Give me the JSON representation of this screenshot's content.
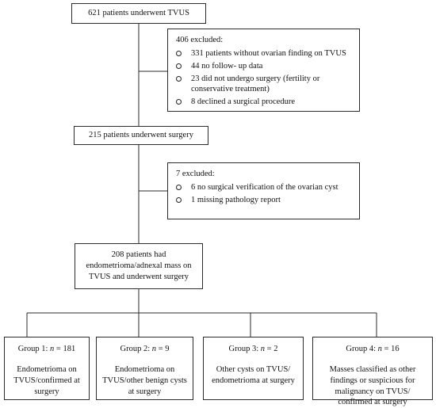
{
  "flow": {
    "tvus": "621 patients underwent TVUS",
    "exclusion1": {
      "title": "406 excluded:",
      "items": [
        "331 patients without ovarian finding on TVUS",
        "44 no follow- up data",
        "23 did not undergo surgery (fertility or conservative treatment)",
        "8 declined a surgical procedure"
      ]
    },
    "surgery": "215 patients underwent surgery",
    "exclusion2": {
      "title": "7 excluded:",
      "items": [
        "6 no surgical verification of the ovarian cyst",
        "1 missing pathology report"
      ]
    },
    "combined": "208 patients had endometrioma/adnexal mass on TVUS and underwent surgery",
    "groups": [
      {
        "label": "Group 1:",
        "n_symbol": "n",
        "n_value": "= 181",
        "description": "Endometrioma on TVUS/confirmed at surgery"
      },
      {
        "label": "Group 2:",
        "n_symbol": "n",
        "n_value": "= 9",
        "description": "Endometrioma on TVUS/other benign cysts at surgery"
      },
      {
        "label": "Group 3:",
        "n_symbol": "n",
        "n_value": "= 2",
        "description": "Other cysts on TVUS/ endometrioma at surgery"
      },
      {
        "label": "Group 4:",
        "n_symbol": "n",
        "n_value": "= 16",
        "description": "Masses classified as other findings or suspicious for malignancy on TVUS/ confirmed at surgery"
      }
    ]
  }
}
